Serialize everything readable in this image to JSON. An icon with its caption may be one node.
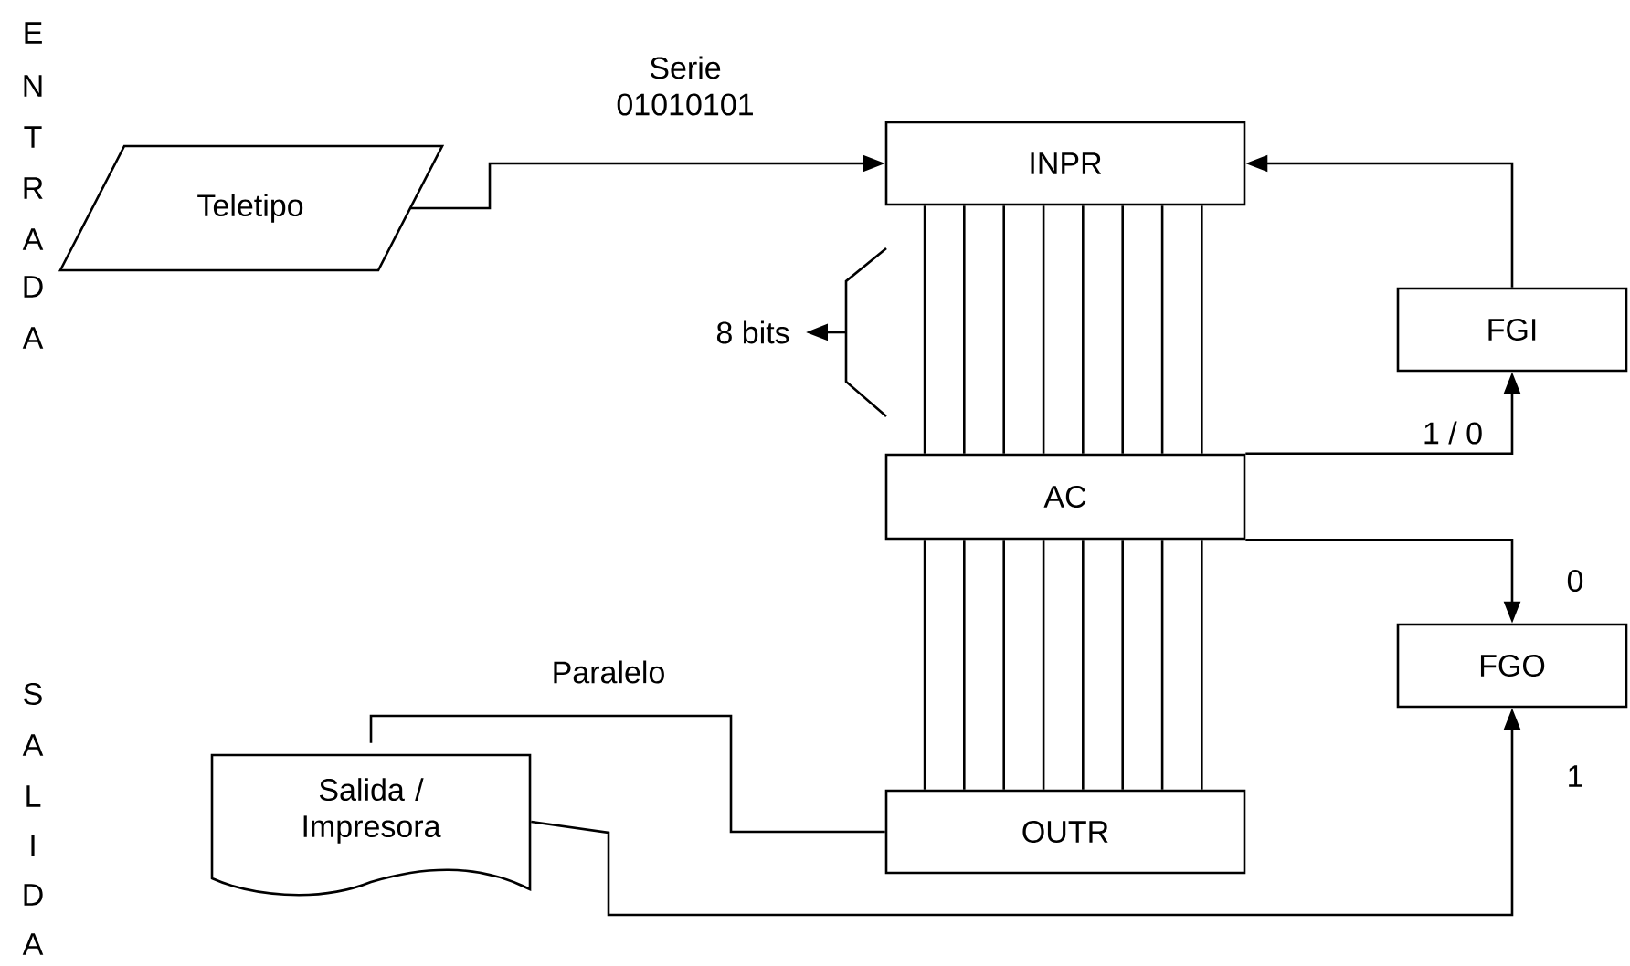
{
  "diagram": {
    "nodes": [
      {
        "text": [
          "Teletipo"
        ]
      },
      {
        "text": [
          "INPR"
        ]
      },
      {
        "text": [
          "AC"
        ]
      },
      {
        "text": [
          "OUTR"
        ]
      },
      {
        "text": [
          "FGI"
        ]
      },
      {
        "text": [
          "FGO"
        ]
      },
      {
        "text": [
          "Salida / Impresora"
        ]
      }
    ],
    "edges": [
      {
        "from": 0,
        "to": 1,
        "arrow": "to",
        "label": "Serie 01010101"
      },
      {
        "from": 4,
        "to": 1,
        "arrow": "to"
      },
      {
        "from": 2,
        "to": 4,
        "arrow": "to",
        "label": "1 / 0"
      },
      {
        "from": 2,
        "to": 5,
        "arrow": "to",
        "label": "0"
      },
      {
        "from": 3,
        "to": 6,
        "arrow": "none",
        "label": "Paralelo"
      },
      {
        "from": 6,
        "to": 5,
        "arrow": "to",
        "label": "1"
      },
      {
        "from": 1,
        "to": 2,
        "arrow": "none"
      },
      {
        "from": 1,
        "to": 2,
        "arrow": "none"
      },
      {
        "from": 1,
        "to": 2,
        "arrow": "none"
      },
      {
        "from": 1,
        "to": 2,
        "arrow": "none"
      },
      {
        "from": 1,
        "to": 2,
        "arrow": "none"
      },
      {
        "from": 1,
        "to": 2,
        "arrow": "none"
      },
      {
        "from": 1,
        "to": 2,
        "arrow": "none"
      },
      {
        "from": 1,
        "to": 2,
        "arrow": "none"
      },
      {
        "from": 2,
        "to": 3,
        "arrow": "none"
      },
      {
        "from": 2,
        "to": 3,
        "arrow": "none"
      },
      {
        "from": 2,
        "to": 3,
        "arrow": "none"
      },
      {
        "from": 2,
        "to": 3,
        "arrow": "none"
      },
      {
        "from": 2,
        "to": 3,
        "arrow": "none"
      },
      {
        "from": 2,
        "to": 3,
        "arrow": "none"
      },
      {
        "from": 2,
        "to": 3,
        "arrow": "none"
      },
      {
        "from": 2,
        "to": 3,
        "arrow": "none"
      }
    ],
    "labels": [
      "E",
      "N",
      "T",
      "R",
      "A",
      "D",
      "A",
      "8 bits",
      "S",
      "A",
      "L",
      "I",
      "D",
      "A"
    ]
  }
}
